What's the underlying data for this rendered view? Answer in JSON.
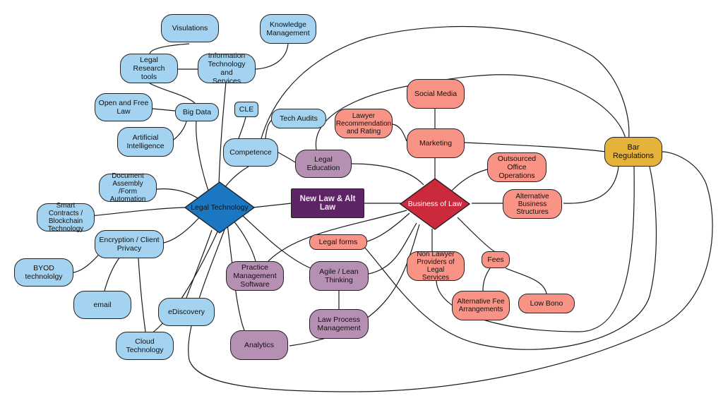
{
  "colors": {
    "blue_node": "#a4d3f1",
    "blue_diamond": "#1b77c2",
    "purple_node": "#b690b3",
    "center_node": "#5e2466",
    "salmon_node": "#f99386",
    "red_diamond": "#cb2a3c",
    "gold_node": "#e6b33a",
    "line": "#1a1a1a"
  },
  "nodes": {
    "visulations": "Visulations",
    "knowledge_management": "Knowledge\nManagement",
    "legal_research_tools": "Legal Research\ntools",
    "it_services": "Information\nTechnology and\nServices",
    "open_free_law": "Open and Free\nLaw",
    "big_data": "Big Data",
    "cle": "CLE",
    "tech_audits": "Tech Audits",
    "artificial_intelligence": "Artificial\nIntelligence",
    "competence": "Competence",
    "legal_education": "Legal Education",
    "document_assembly": "Document\nAssembly /Form\nAutomation",
    "legal_technology": "Legal Technology",
    "new_law": "New Law & Alt Law",
    "business_of_law": "Business of Law",
    "smart_contracts": "Smart Contracts /\nBlockchain\nTechnology",
    "encryption": "Encryption / Client\nPrivacy",
    "byod": "BYOD technololgy",
    "email": "email",
    "cloud_technology": "Cloud Technology",
    "ediscovery": "eDiscovery",
    "analytics": "Analytics",
    "practice_management": "Practice\nManagement\nSoftware",
    "agile_lean": "Agile / Lean\nThinking",
    "law_process_management": "Law Process\nManagement",
    "legal_forms": "Legal forms",
    "non_lawyer_providers": "Non Lawyer\nProviders of Legal\nServices",
    "fees": "Fees",
    "alternative_fee": "Alternative Fee\nArrangements",
    "low_bono": "Low Bono",
    "social_media": "Social Media",
    "lawyer_recommendation": "Lawyer\nRecommendation\nand Rating",
    "marketing": "Marketing",
    "outsourced_office": "Outsourced Office\nOperations",
    "alternative_business": "Alternative\nBusiness\nStructures",
    "bar_regulations": "Bar Regulations"
  }
}
